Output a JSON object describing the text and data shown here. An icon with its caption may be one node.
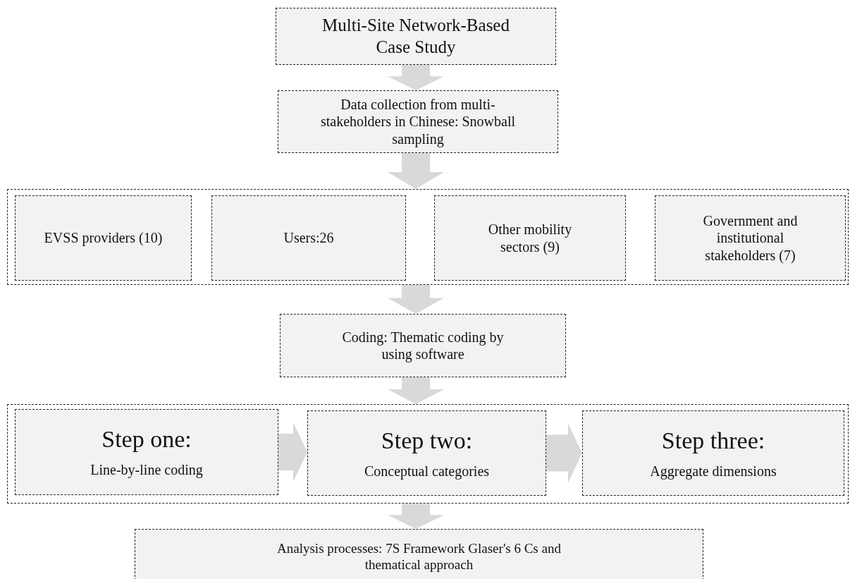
{
  "diagram": {
    "nodes": [
      {
        "text": [
          "Multi-Site Network-Based Case Study"
        ]
      },
      {
        "text": [
          "Data collection from multi-stakeholders in Chinese: Snowball sampling"
        ]
      },
      {
        "text": [],
        "shape": "box"
      },
      {
        "text": [
          "EVSS providers (10)"
        ],
        "in": 2
      },
      {
        "text": [
          "Users:26"
        ],
        "in": 2
      },
      {
        "text": [
          "Other mobility sectors (9)"
        ],
        "in": 2
      },
      {
        "text": [
          "Government and institutional stakeholders (7)"
        ],
        "in": 2
      },
      {
        "text": [
          "Coding: Thematic coding by using software"
        ]
      },
      {
        "text": [],
        "shape": "box"
      },
      {
        "text": [
          "Step one:",
          "Line-by-line coding"
        ],
        "in": 8
      },
      {
        "text": [
          "Step two:",
          "Conceptual categories"
        ],
        "in": 8
      },
      {
        "text": [
          "Step three:",
          "Aggregate dimensions"
        ],
        "in": 8
      },
      {
        "text": [
          "Analysis processes: 7S Framework Glaser's 6 Cs and thematical approach"
        ]
      }
    ],
    "edges": [
      {
        "from": 0,
        "to": 1,
        "arrow": "to"
      },
      {
        "from": 1,
        "to": 2,
        "arrow": "to"
      },
      {
        "from": 2,
        "to": 7,
        "arrow": "to"
      },
      {
        "from": 7,
        "to": 8,
        "arrow": "to"
      },
      {
        "from": 9,
        "to": 10,
        "arrow": "to"
      },
      {
        "from": 10,
        "to": 11,
        "arrow": "to"
      },
      {
        "from": 8,
        "to": 12,
        "arrow": "to"
      }
    ]
  }
}
